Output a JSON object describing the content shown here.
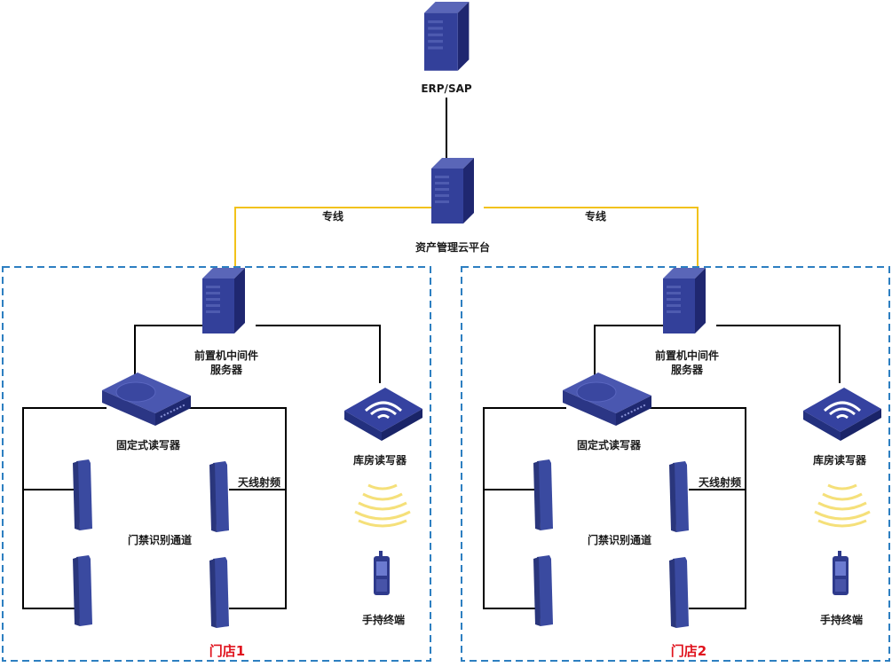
{
  "erp": {
    "label": "ERP/SAP"
  },
  "cloud": {
    "label": "资产管理云平台"
  },
  "links": {
    "left_label": "专线",
    "right_label": "专线"
  },
  "stores": [
    {
      "name": "门店1",
      "server_label_1": "前置机中间件",
      "server_label_2": "服务器",
      "fixed_reader_label": "固定式读写器",
      "warehouse_reader_label": "库房读写器",
      "antenna_label": "天线射频",
      "gate_label": "门禁识别通道",
      "handheld_label": "手持终端"
    },
    {
      "name": "门店2",
      "server_label_1": "前置机中间件",
      "server_label_2": "服务器",
      "fixed_reader_label": "固定式读写器",
      "warehouse_reader_label": "库房读写器",
      "antenna_label": "天线射频",
      "gate_label": "门禁识别通道",
      "handheld_label": "手持终端"
    }
  ],
  "colors": {
    "dashed_border": "#2d7fc1",
    "line_black": "#000000",
    "line_yellow": "#f2c21a",
    "device_blue": "#2e3a8c",
    "store_name": "#e0141e"
  }
}
